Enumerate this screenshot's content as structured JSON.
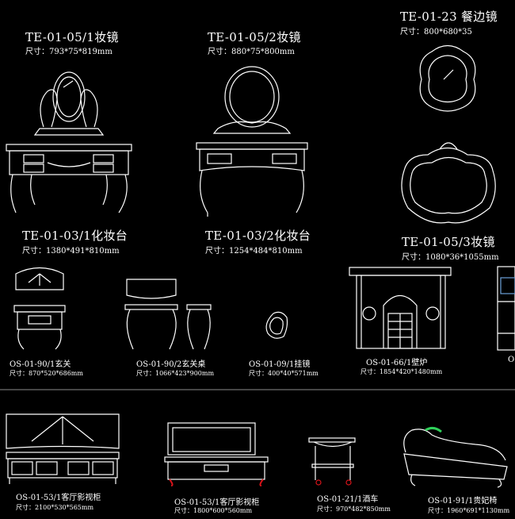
{
  "items": [
    {
      "code": "TE-01-05/1妆镜",
      "dim": "尺寸：793*75*819mm"
    },
    {
      "code": "TE-01-05/2妆镜",
      "dim": "尺寸：880*75*800mm"
    },
    {
      "code": "TE-01-23 餐边镜",
      "dim": "尺寸：800*680*35"
    },
    {
      "code": "TE-01-03/1化妆台",
      "dim": "尺寸：1380*491*810mm"
    },
    {
      "code": "TE-01-03/2化妆台",
      "dim": "尺寸：1254*484*810mm"
    },
    {
      "code": "TE-01-05/3妆镜",
      "dim": "尺寸：1080*36*1055mm"
    },
    {
      "code": "OS-01-90/1玄关",
      "dim": "尺寸：870*520*686mm"
    },
    {
      "code": "OS-01-90/2玄关桌",
      "dim": "尺寸：1066*423*900mm"
    },
    {
      "code": "OS-01-09/1挂镜",
      "dim": "尺寸：400*40*571mm"
    },
    {
      "code": "OS-01-66/1壁炉",
      "dim": "尺寸：1854*420*1480mm"
    },
    {
      "code": "OS",
      "dim": ""
    },
    {
      "code": "OS-01-53/1客厅影视柜",
      "dim": "尺寸：2100*530*565mm"
    },
    {
      "code": "OS-01-53/1客厅影视柜",
      "dim": "尺寸：1800*600*560mm"
    },
    {
      "code": "OS-01-21/1酒车",
      "dim": "尺寸：970*482*850mm"
    },
    {
      "code": "OS-01-91/1贵妃椅",
      "dim": "尺寸：1960*691*1130mm"
    }
  ],
  "colors": {
    "background": "#000000",
    "line": "#ffffff",
    "accent_red": "#d8141a",
    "accent_green": "#2fd05a",
    "accent_blue": "#6aa0d8"
  }
}
